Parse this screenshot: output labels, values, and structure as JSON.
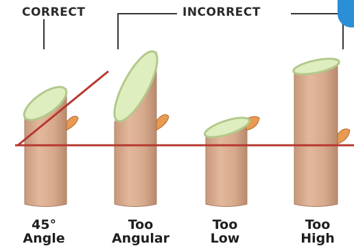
{
  "header": {
    "correct_label": "CORRECT",
    "incorrect_label": "INCORRECT"
  },
  "captions": [
    {
      "line1": "45°",
      "line2": "Angle"
    },
    {
      "line1": "Too",
      "line2": "Angular"
    },
    {
      "line1": "Too",
      "line2": "Low"
    },
    {
      "line1": "Too",
      "line2": "High"
    }
  ],
  "colors": {
    "stem": "#d9ad91",
    "stem_shade": "#b98b70",
    "cut_face": "#dfeebf",
    "cut_rim": "#b2c98a",
    "bud": "#e89a52",
    "guide_line": "#b5382f",
    "bracket": "#333333"
  }
}
